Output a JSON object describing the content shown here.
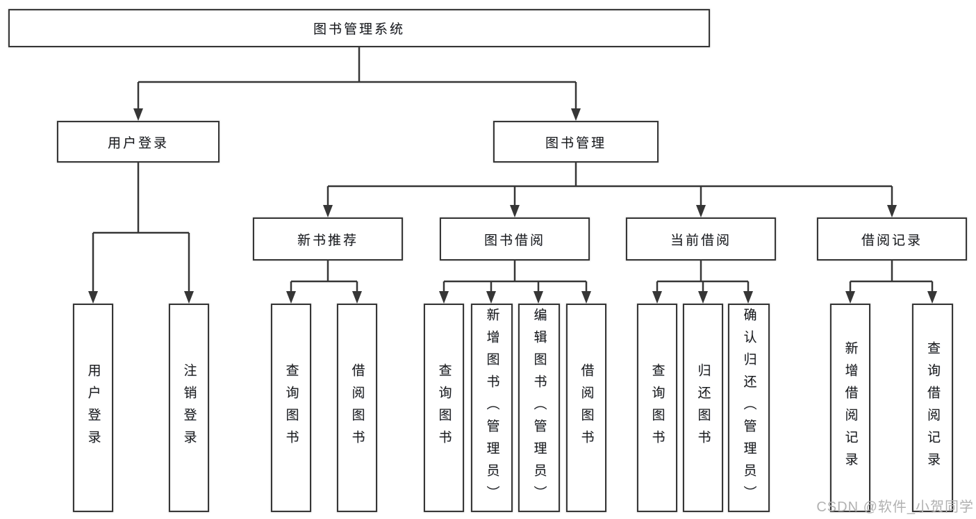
{
  "colors": {
    "background": "#ffffff",
    "line": "#363636",
    "box_border": "#363636",
    "text": "#1b1b1b",
    "watermark": "#b1b1b1"
  },
  "tree": {
    "root": {
      "label": "图书管理系统",
      "children": [
        {
          "label": "用户登录",
          "children": [
            {
              "label": "用户登录"
            },
            {
              "label": "注销登录"
            }
          ]
        },
        {
          "label": "图书管理",
          "children": [
            {
              "label": "新书推荐",
              "children": [
                {
                  "label": "查询图书"
                },
                {
                  "label": "借阅图书"
                }
              ]
            },
            {
              "label": "图书借阅",
              "children": [
                {
                  "label": "查询图书"
                },
                {
                  "label": "新增图书（管理员）"
                },
                {
                  "label": "编辑图书（管理员）"
                },
                {
                  "label": "借阅图书"
                }
              ]
            },
            {
              "label": "当前借阅",
              "children": [
                {
                  "label": "查询图书"
                },
                {
                  "label": "归还图书"
                },
                {
                  "label": "确认归还（管理员）"
                }
              ]
            },
            {
              "label": "借阅记录",
              "children": [
                {
                  "label": "新增借阅记录"
                },
                {
                  "label": "查询借阅记录"
                }
              ]
            }
          ]
        }
      ]
    }
  },
  "watermark": {
    "text": "CSDN @软件_小贺同学"
  }
}
